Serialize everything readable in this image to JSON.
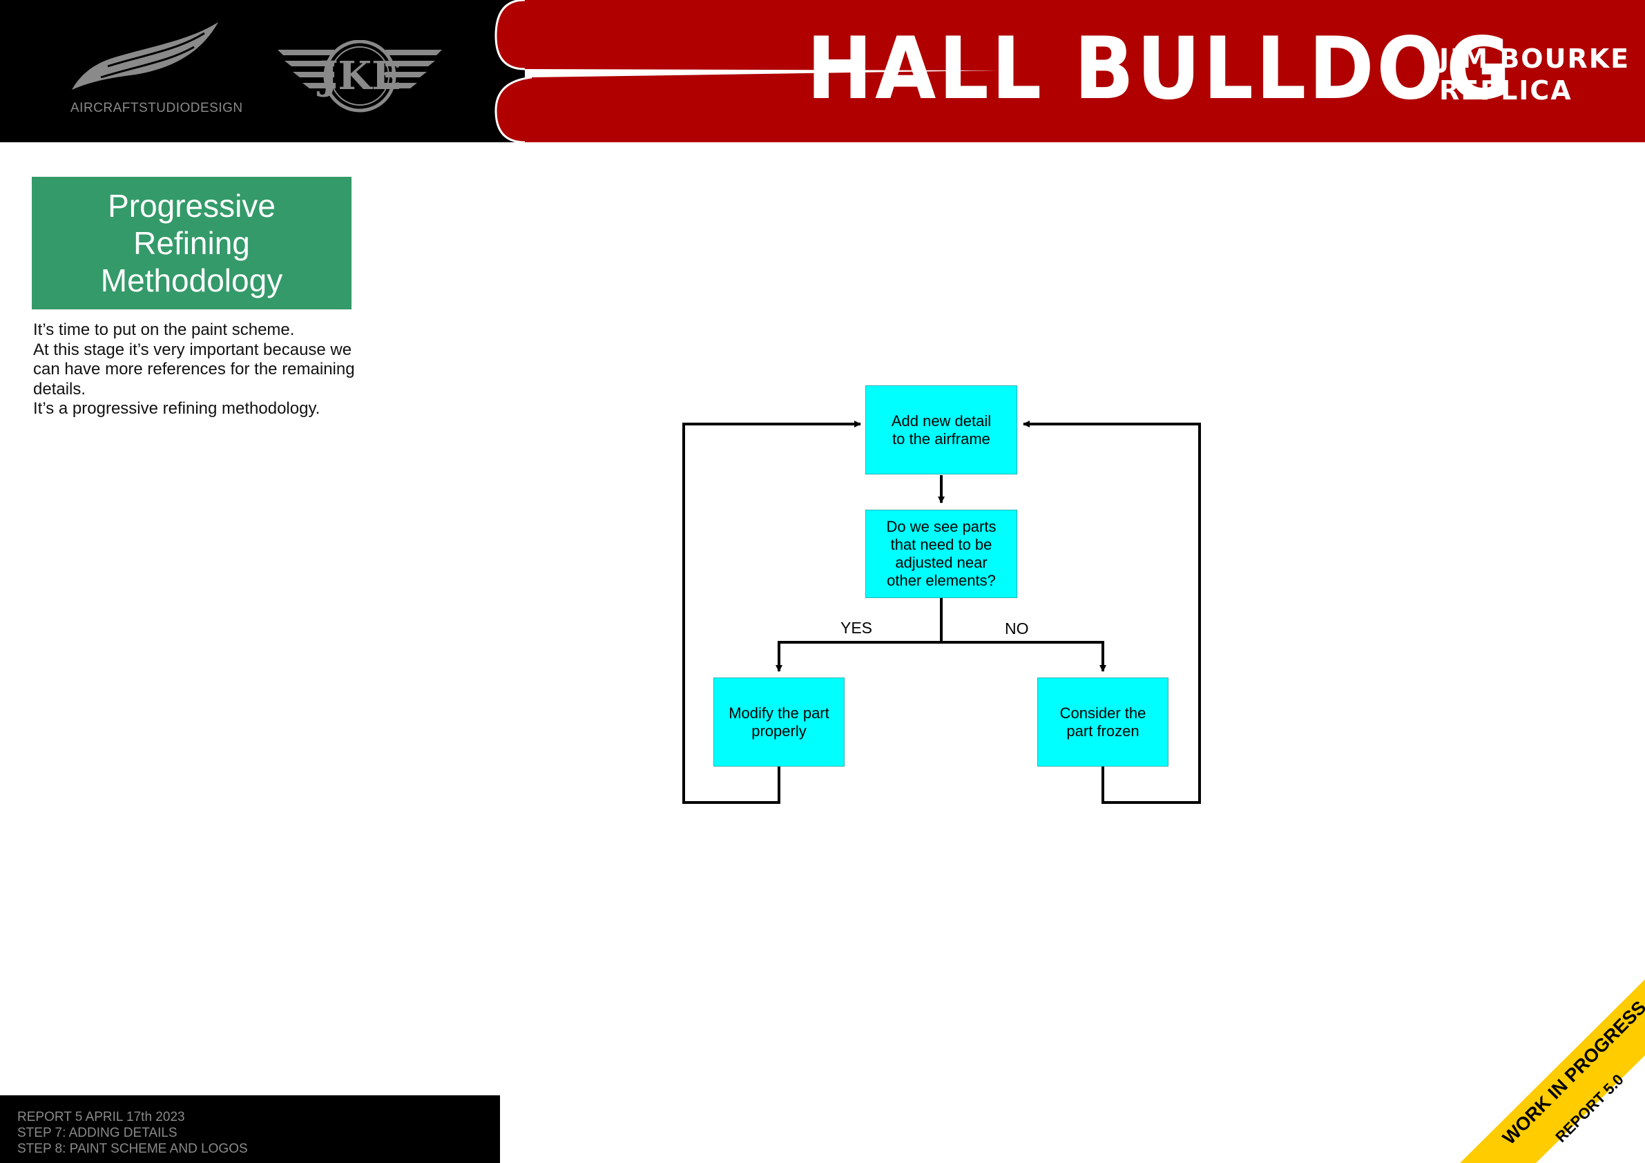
{
  "header": {
    "brand_name": "AIRCRAFTSTUDIODESIGN",
    "partner_logo_text": "JKE",
    "title": "HALL BULLDOG",
    "subtitle_line1": "JIM BOURKE",
    "subtitle_line2": "REPLICA"
  },
  "sidebar": {
    "heading": "Progressive Refining Methodology",
    "paragraphs": [
      "It’s time to put on the paint scheme.",
      "At this stage it’s very important because we can have more references for the remaining details.",
      "It’s a progressive refining methodology."
    ]
  },
  "flowchart": {
    "nodes": {
      "add_detail": {
        "line1": "Add new detail",
        "line2": "to the airframe"
      },
      "decision": {
        "line1": "Do we see parts",
        "line2": "that need to be",
        "line3": "adjusted near",
        "line4": "other elements?"
      },
      "modify": {
        "line1": "Modify the part",
        "line2": "properly"
      },
      "frozen": {
        "line1": "Consider the",
        "line2": "part frozen"
      }
    },
    "edges": {
      "yes_label": "YES",
      "no_label": "NO"
    },
    "colors": {
      "node_fill": "#00ffff",
      "line": "#000000"
    }
  },
  "footer": {
    "line1": "REPORT 5 APRIL 17th 2023",
    "line2": "STEP 7: ADDING DETAILS",
    "line3": "STEP 8: PAINT SCHEME AND LOGOS"
  },
  "ribbon": {
    "line1": "WORK IN PROGRESS",
    "line2": "REPORT 5.0"
  },
  "colors": {
    "header_red": "#b00000",
    "header_black": "#000000",
    "heading_green": "#349a6a",
    "ribbon_yellow": "#ffcc00"
  }
}
